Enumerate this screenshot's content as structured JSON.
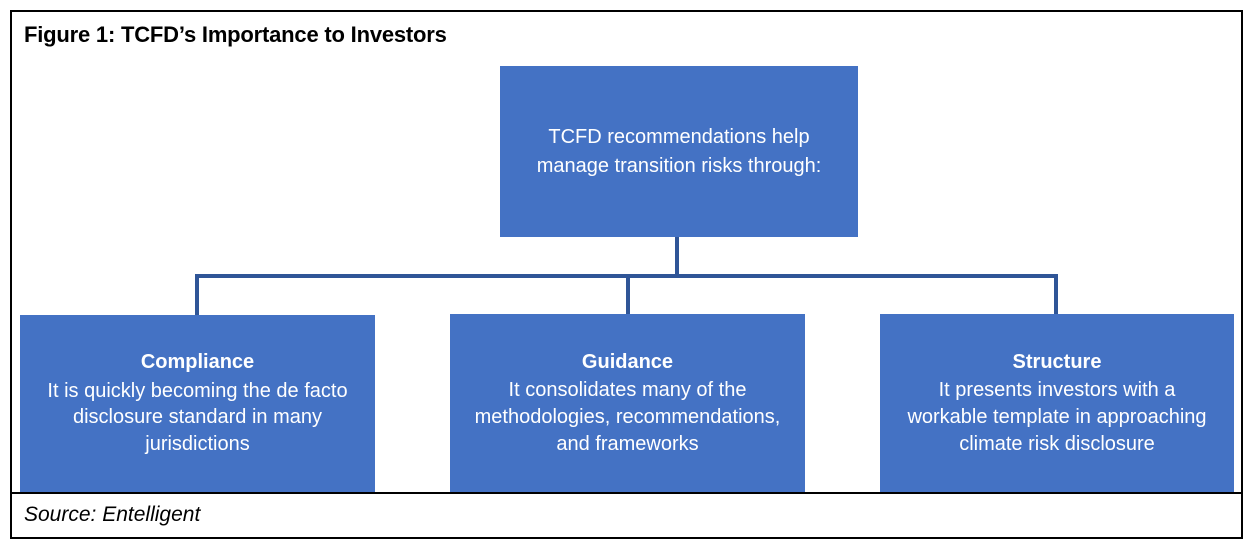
{
  "figure": {
    "title": "Figure 1: TCFD’s Importance to Investors",
    "source": "Source: Entelligent"
  },
  "colors": {
    "node_fill": "#4472C4",
    "connector": "#2F5597",
    "node_text": "#FFFFFF",
    "frame_border": "#000000",
    "background": "#FFFFFF"
  },
  "chart_data": {
    "type": "diagram",
    "layout": "top-down-tree",
    "title": "Figure 1: TCFD’s Importance to Investors",
    "root": {
      "text": "TCFD recommendations help manage transition risks through:"
    },
    "children": [
      {
        "heading": "Compliance",
        "body": "It is quickly becoming the de facto disclosure standard in many jurisdictions"
      },
      {
        "heading": "Guidance",
        "body": "It consolidates many of the methodologies, recommendations, and frameworks"
      },
      {
        "heading": "Structure",
        "body": "It presents investors with a workable template in approaching climate risk disclosure"
      }
    ],
    "source": "Source: Entelligent"
  }
}
